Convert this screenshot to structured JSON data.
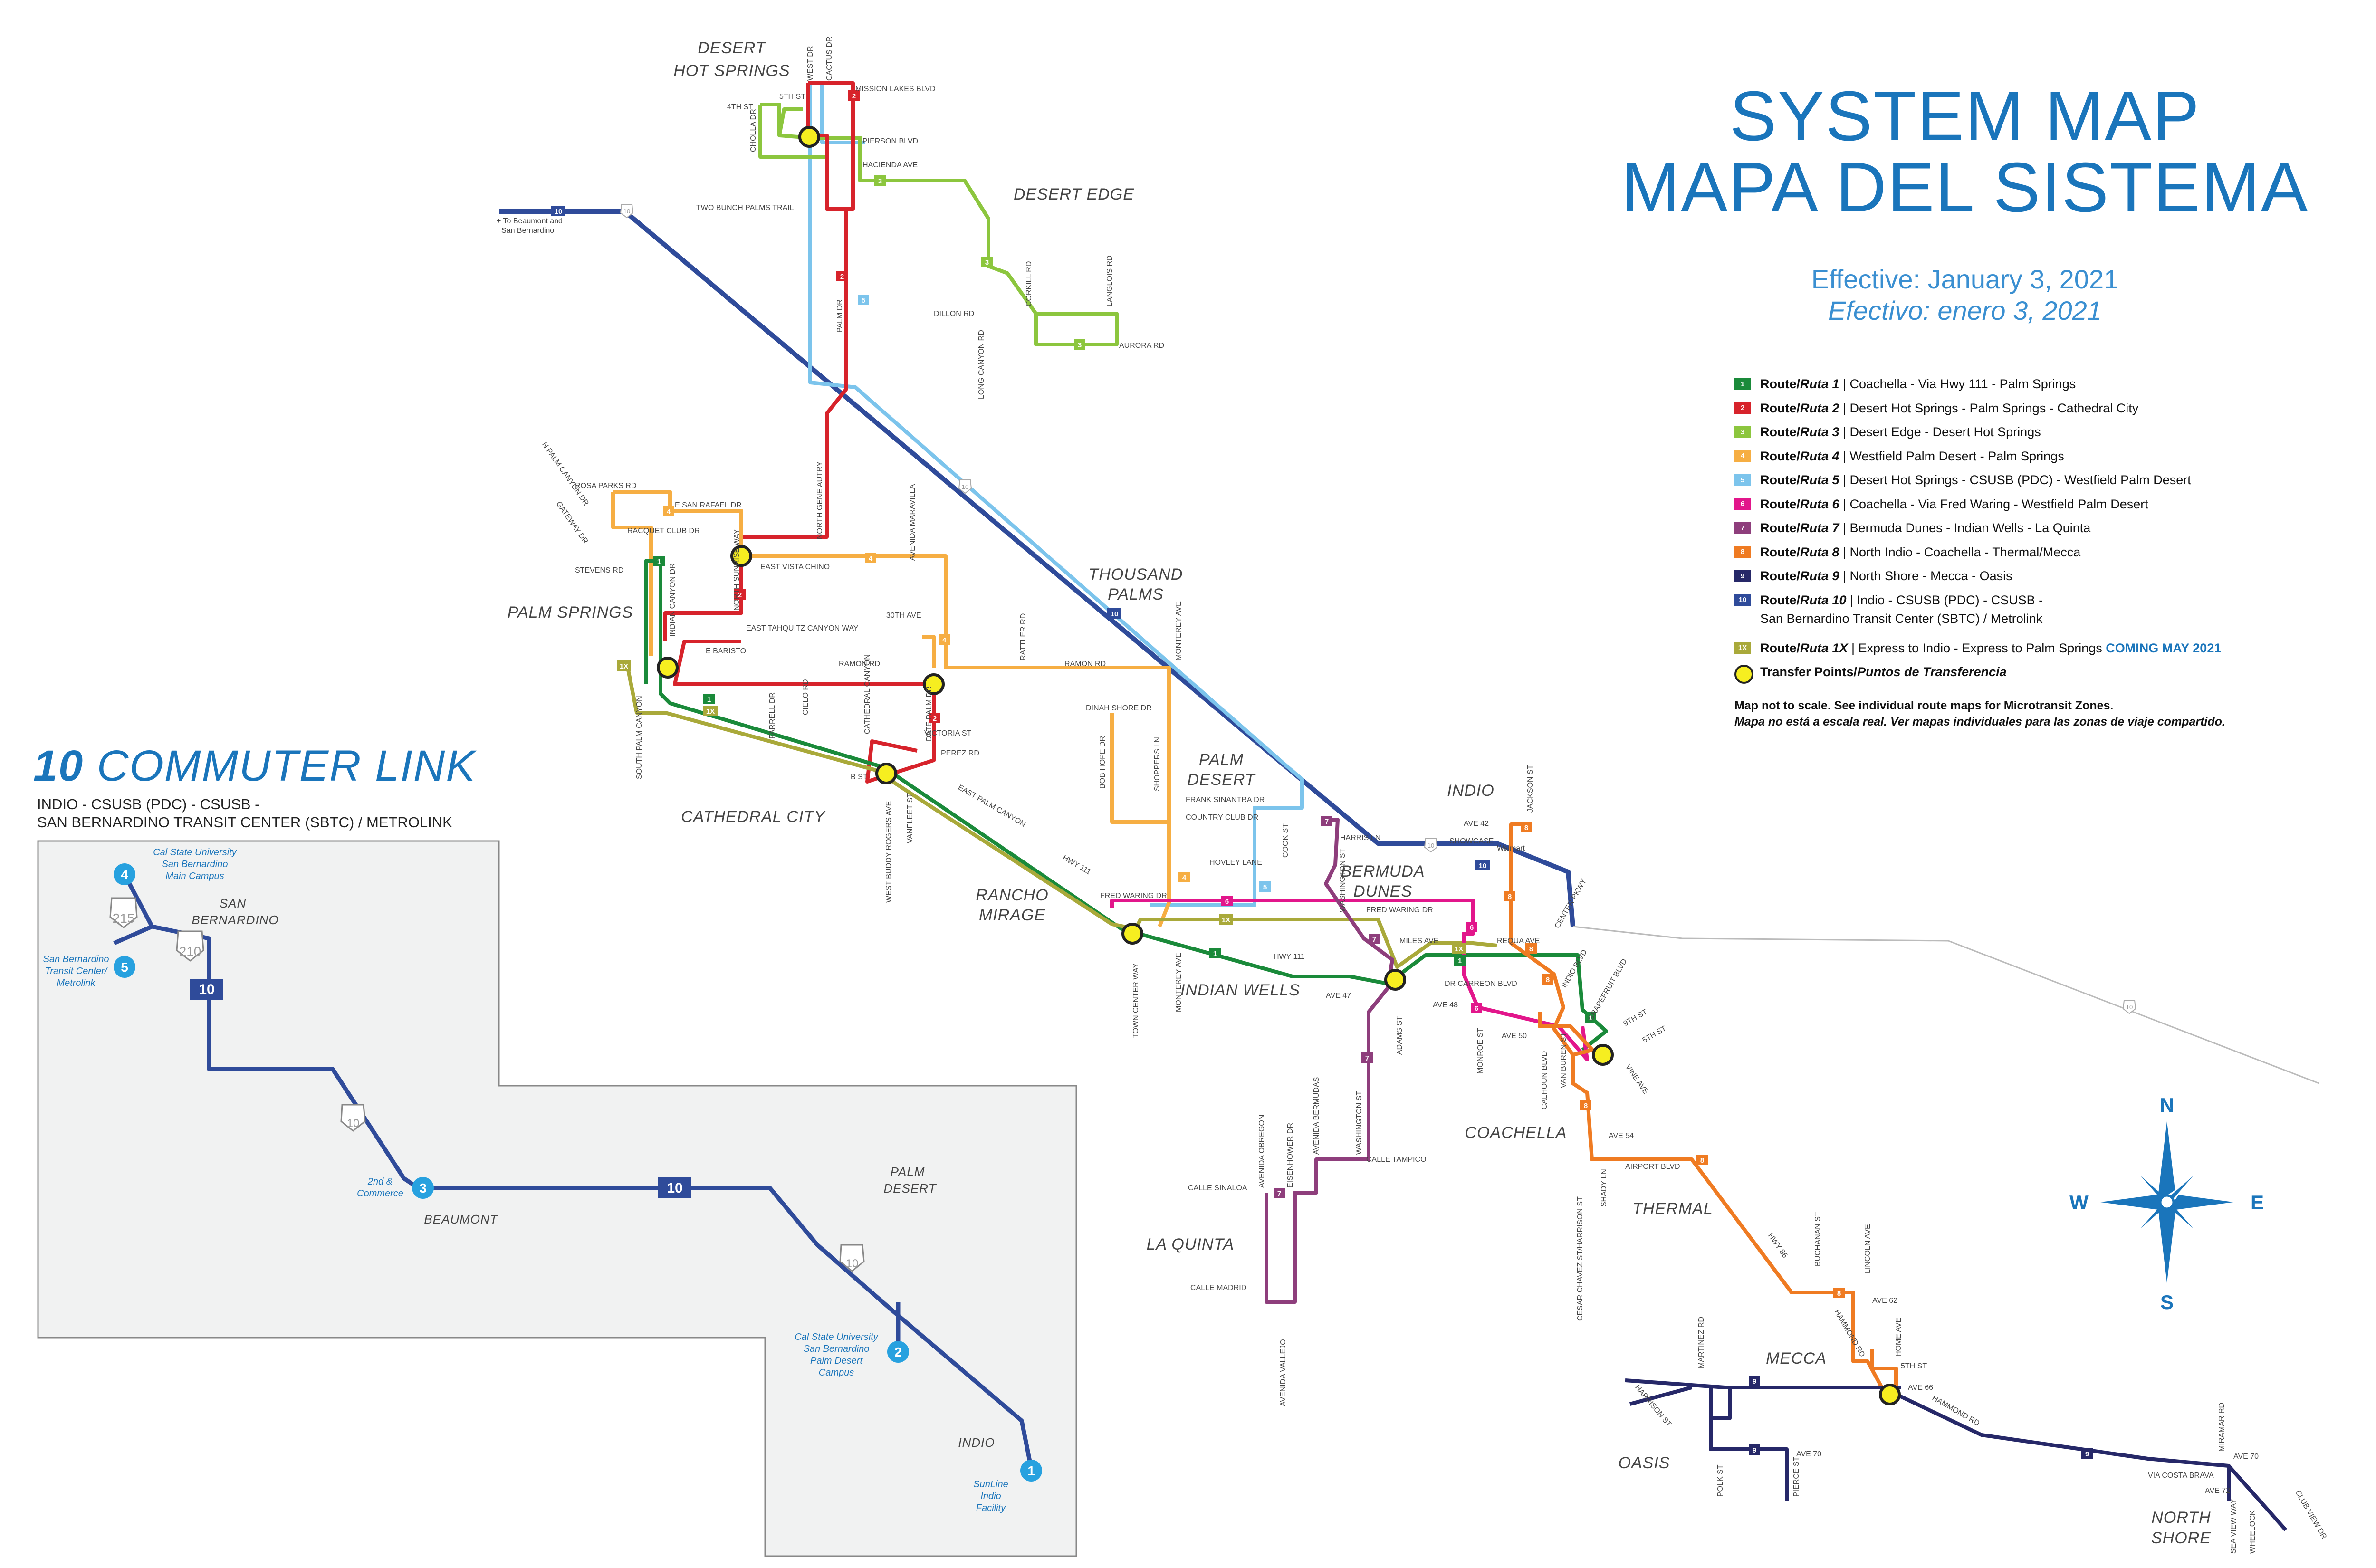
{
  "title": {
    "line1": "SYSTEM MAP",
    "line2": "MAPA DEL SISTEMA"
  },
  "effective": {
    "en": "Effective: January 3, 2021",
    "es": "Efectivo: enero 3, 2021"
  },
  "legend": {
    "routes": [
      {
        "num": "1",
        "color": "#1a8a3a",
        "desc": "| Coachella - Via Hwy 111 - Palm Springs"
      },
      {
        "num": "2",
        "color": "#d7232b",
        "desc": "| Desert Hot Springs - Palm Springs - Cathedral City"
      },
      {
        "num": "3",
        "color": "#8cc63e",
        "desc": "| Desert Edge - Desert Hot Springs"
      },
      {
        "num": "4",
        "color": "#f6ae43",
        "desc": "| Westfield Palm Desert - Palm Springs"
      },
      {
        "num": "5",
        "color": "#7cc4ec",
        "desc": "| Desert Hot Springs - CSUSB (PDC) - Westfield Palm Desert"
      },
      {
        "num": "6",
        "color": "#e2168b",
        "desc": "| Coachella -  Via Fred Waring - Westfield Palm Desert"
      },
      {
        "num": "7",
        "color": "#8e3e7c",
        "desc": "| Bermuda Dunes - Indian Wells - La Quinta"
      },
      {
        "num": "8",
        "color": "#ef7b22",
        "desc": "| North Indio - Coachella - Thermal/Mecca"
      },
      {
        "num": "9",
        "color": "#262868",
        "desc": "| North Shore - Mecca - Oasis"
      },
      {
        "num": "10",
        "color": "#2f4b9a",
        "desc": "| Indio - CSUSB (PDC) - CSUSB -",
        "desc2": "San Bernardino Transit Center  (SBTC) / Metrolink"
      },
      {
        "num": "1X",
        "color": "#a9a93a",
        "desc": "| Express to Indio - Express to Palm Springs",
        "coming": "COMING MAY 2021"
      }
    ],
    "route_word": "Route/",
    "ruta_word": "Ruta",
    "transfer": "Transfer Points/",
    "transfer_es": "Puntos de Transferencia",
    "note_en": "Map not to scale. See individual route maps for Microtransit Zones.",
    "note_es": "Mapa no está a escala real. Ver mapas individuales para las zonas de viaje compartido."
  },
  "commuter": {
    "title_num": "10",
    "title_text": "COMMUTER LINK",
    "sub1": "INDIO - CSUSB (PDC) - CSUSB -",
    "sub2": "SAN BERNARDINO TRANSIT CENTER (SBTC) / METROLINK",
    "route_badge": "10",
    "shields": [
      "215",
      "210",
      "10",
      "10"
    ],
    "stops": [
      {
        "num": "1",
        "l1": "SunLine",
        "l2": "Indio",
        "l3": "Facility"
      },
      {
        "num": "2",
        "l1": "Cal State University",
        "l2": "San Bernardino",
        "l3": "Palm Desert",
        "l4": "Campus"
      },
      {
        "num": "3",
        "l1": "2nd &",
        "l2": "Commerce"
      },
      {
        "num": "4",
        "l1": "Cal State University",
        "l2": "San Bernardino",
        "l3": "Main Campus"
      },
      {
        "num": "5",
        "l1": "San Bernardino",
        "l2": "Transit Center/",
        "l3": "Metrolink"
      }
    ],
    "places": [
      "SAN",
      "BERNARDINO",
      "BEAUMONT",
      "PALM",
      "DESERT",
      "INDIO"
    ]
  },
  "places": {
    "dhs1": "DESERT",
    "dhs2": "HOT SPRINGS",
    "desert_edge": "DESERT EDGE",
    "palm_springs": "PALM SPRINGS",
    "cathedral_city": "CATHEDRAL CITY",
    "thousand1": "THOUSAND",
    "thousand2": "PALMS",
    "palm_desert1": "PALM",
    "palm_desert2": "DESERT",
    "rancho1": "RANCHO",
    "rancho2": "MIRAGE",
    "indian_wells": "INDIAN WELLS",
    "la_quinta": "LA QUINTA",
    "bermuda1": "BERMUDA",
    "bermuda2": "DUNES",
    "indio": "INDIO",
    "coachella": "COACHELLA",
    "thermal": "THERMAL",
    "mecca": "MECCA",
    "oasis": "OASIS",
    "north1": "NORTH",
    "north2": "SHORE"
  },
  "streets": {
    "to_beaumont1": "+ To Beaumont and",
    "to_beaumont2": "San Bernardino",
    "mission_lakes": "MISSION LAKES BLVD",
    "pierson": "PIERSON BLVD",
    "hacienda": "HACIENDA AVE",
    "fourth": "4TH ST",
    "fifth": "5TH ST",
    "west_dr": "WEST DR",
    "cactus": "CACTUS DR",
    "cholla": "CHOLLA DR",
    "two_bunch": "TWO BUNCH PALMS TRAIL",
    "palm_dr": "PALM DR",
    "dillon": "DILLON RD",
    "aurora": "AURORA RD",
    "long_canyon": "LONG CANYON RD",
    "corkill": "CORKILL RD",
    "langlois": "LANGLOIS RD",
    "n_palm_canyon": "N PALM CANYON DR",
    "rosa_parks": "ROSA PARKS RD",
    "e_san_rafael": "E SAN RAFAEL DR",
    "gateway": "GATEWAY DR",
    "racquet": "RACQUET CLUB DR",
    "stevens": "STEVENS RD",
    "n_gene_autry": "NORTH GENE AUTRY",
    "n_sunrise": "NORTH SUNRISE WAY",
    "e_vista_chino": "EAST VISTA CHINO",
    "avenida_maravilla": "AVENIDA MARAVILLA",
    "thirtieth": "30TH AVE",
    "e_tahquitz": "EAST TAHQUITZ CANYON WAY",
    "e_baristo": "E BARISTO",
    "indian_canyon": "INDIAN CANYON DR",
    "ramon": "RAMON RD",
    "ramon2": "RAMON RD",
    "rattler": "RATTLER RD",
    "monterey": "MONTEREY AVE",
    "s_palm_canyon": "SOUTH PALM CANYON",
    "farrell": "FARRELL DR",
    "cielo": "CIELO RD",
    "cathedral_canyon": "CATHEDRAL CANYON",
    "date_palm": "DATE PALM DR",
    "victoria": "VICTORIA ST",
    "perez": "PEREZ RD",
    "b_st": "B ST",
    "w_buddy_rogers": "WEST BUDDY ROGERS AVE",
    "vanfleet": "VANFLEET ST",
    "e_palm_canyon": "EAST PALM CANYON",
    "hwy111": "HWY 111",
    "dinah_shore": "DINAH SHORE DR",
    "bob_hope": "BOB HOPE DR",
    "shoppers": "SHOPPERS LN",
    "frank_sinatra": "FRANK SINANTRA DR",
    "country_club": "COUNTRY CLUB DR",
    "hovley": "HOVLEY LANE",
    "cook": "COOK ST",
    "fred_waring": "FRED WARING DR",
    "fred_waring2": "FRED WARING DR",
    "town_center": "TOWN CENTER WAY",
    "monterey2": "MONTEREY AVE",
    "hwy111b": "HWY 111",
    "ave47": "AVE 47",
    "miles": "MILES AVE",
    "adams": "ADAMS ST",
    "harris": "HARRIS LN",
    "washington": "WASHINGTON ST",
    "ave42": "AVE 42",
    "showcase": "SHOWCASE",
    "walmart": "Walmart",
    "jackson": "JACKSON ST",
    "requa": "REQUA AVE",
    "center_pkwy": "CENTER PKWY",
    "dr_carreon": "DR CARREON BLVD",
    "indio_blvd": "INDIO BLVD",
    "monroe": "MONROE ST",
    "ave48": "AVE 48",
    "ave50": "AVE 50",
    "calhoun": "CALHOUN BLVD",
    "van_buren": "VAN BUREN ST",
    "ninth": "9TH ST",
    "fifth2": "5TH ST",
    "grapefruit": "GRAPEFRUIT BLVD",
    "vine": "VINE AVE",
    "ave54": "AVE 54",
    "shadylane": "SHADY LN",
    "cesar": "CESAR CHAVEZ ST/HARRISON ST",
    "airport": "AIRPORT BLVD",
    "hwy86": "HWY 86",
    "buchanan": "BUCHANAN ST",
    "lincoln": "LINCOLN AVE",
    "ave62": "AVE 62",
    "hammond": "HAMMOND RD",
    "home": "HOME AVE",
    "fifth3": "5TH ST",
    "ave66": "AVE 66",
    "martinez": "MARTINEZ RD",
    "harrison2": "HARRISON ST",
    "polk": "POLK ST",
    "pierce": "PIERCE ST",
    "ave70": "AVE 70",
    "ave70b": "AVE 70",
    "miramar": "MIRAMAR RD",
    "via_costa": "VIA COSTA BRAVA",
    "ave72": "AVE 72",
    "sea_view": "SEA VIEW WAY",
    "club_view": "CLUB VIEW DR",
    "wheelock": "WHEELOCK",
    "calle_tampico": "CALLE TAMPICO",
    "calle_sinaloa": "CALLE SINALOA",
    "calle_madrid": "CALLE MADRID",
    "avenida_obregon": "AVENIDA OBREGON",
    "eisenhower": "EISENHOWER DR",
    "avenida_bermudas": "AVENIDA BERMUDAS",
    "washington2": "WASHINGTON ST",
    "avenida_vallejo": "AVENIDA VALLEJO"
  },
  "compass": {
    "n": "N",
    "s": "S",
    "e": "E",
    "w": "W"
  },
  "shields": {
    "i10": "10",
    "i10b": "10",
    "i10c": "10",
    "i10d": "10"
  }
}
